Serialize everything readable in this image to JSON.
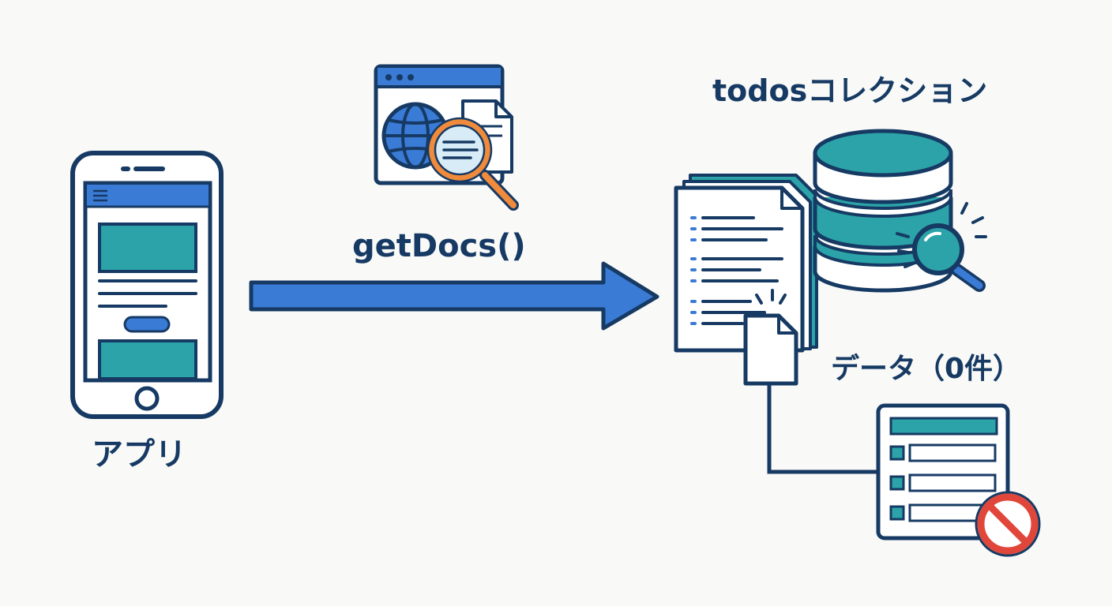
{
  "diagram": {
    "app_label": "アプリ",
    "method_label": "getDocs()",
    "collection_label": "todosコレクション",
    "data_label": "データ（0件）"
  },
  "icons": {
    "app": "smartphone-icon",
    "method": "web-search-icon",
    "documents": "documents-icon",
    "collection": "database-icon",
    "collection_search": "magnifier-icon",
    "single_doc": "document-icon",
    "empty_result": "empty-list-icon",
    "no_data": "prohibited-icon"
  },
  "colors": {
    "navy": "#163a63",
    "blue": "#3a7bd5",
    "teal": "#2ba3a8",
    "orange": "#f08a3c",
    "red": "#e0463a",
    "background": "#f9f9f8"
  }
}
